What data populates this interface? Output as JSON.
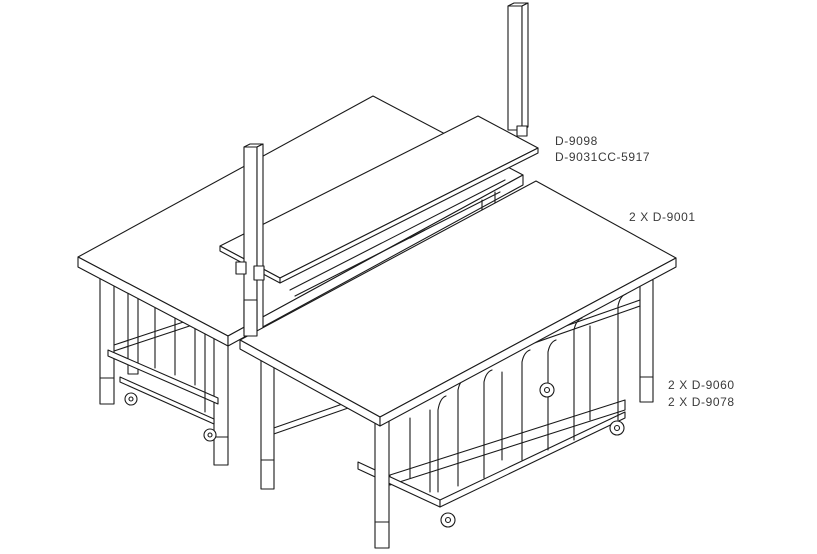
{
  "labels": {
    "shelf_part": "D-9098",
    "upright_part": "D-9031CC-5917",
    "table_part": "2 X D-9001",
    "caster_part": "2 X D-9060",
    "rack_part": "2 X D-9078"
  }
}
